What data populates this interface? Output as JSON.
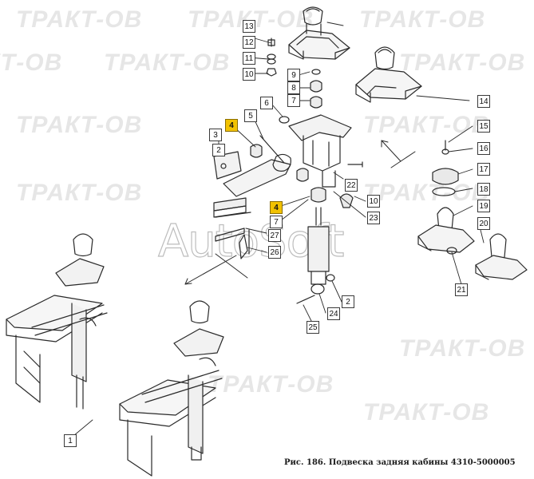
{
  "watermark": {
    "brand": "ТРАКТ-ОВ",
    "center_text": "AutoSoft"
  },
  "caption": "Рис. 186. Подвеска задняя кабины 4310-5000005",
  "callouts": {
    "c1": "1",
    "c2a": "2",
    "c2b": "2",
    "c3": "3",
    "c4a": "4",
    "c4b": "4",
    "c5": "5",
    "c6": "6",
    "c7a": "7",
    "c7b": "7",
    "c8": "8",
    "c9": "9",
    "c10a": "10",
    "c10b": "10",
    "c11": "11",
    "c12": "12",
    "c13": "13",
    "c14": "14",
    "c15": "15",
    "c16": "16",
    "c17": "17",
    "c18": "18",
    "c19": "19",
    "c20": "20",
    "c21": "21",
    "c22": "22",
    "c23": "23",
    "c24": "24",
    "c25": "25",
    "c26": "26",
    "c27": "27"
  },
  "colors": {
    "highlight": "#f2c200",
    "line": "#2a2a2a",
    "watermark": "#e6e6e6"
  }
}
